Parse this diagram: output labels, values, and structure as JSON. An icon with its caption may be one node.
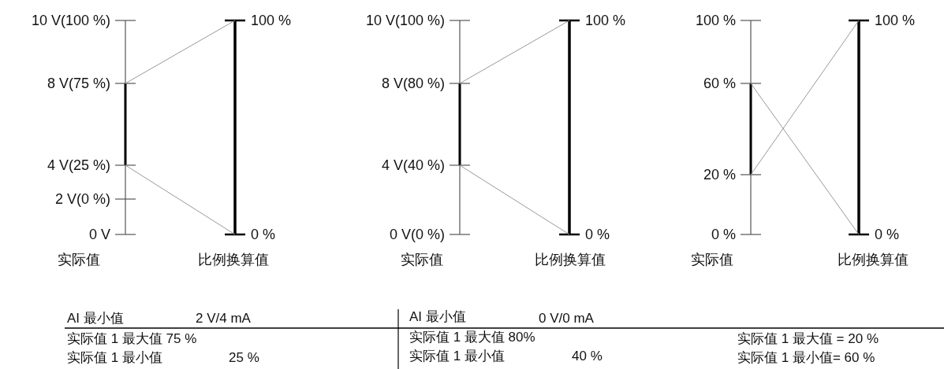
{
  "diagram": {
    "nodes": [
      {
        "text": [
          "10 V(100 %)"
        ]
      },
      {
        "text": [
          "8 V(75 %)"
        ]
      },
      {
        "text": [
          "4 V(25 %)"
        ]
      },
      {
        "text": [
          "2 V(0 %)"
        ]
      },
      {
        "text": [
          "0 V"
        ]
      },
      {
        "text": [
          "100 %"
        ]
      },
      {
        "text": [
          "0 %"
        ]
      },
      {
        "text": [
          "10 V(100 %)"
        ]
      },
      {
        "text": [
          "8 V(80 %)"
        ]
      },
      {
        "text": [
          "4 V(40 %)"
        ]
      },
      {
        "text": [
          "0 V(0 %)"
        ]
      },
      {
        "text": [
          "100 %"
        ]
      },
      {
        "text": [
          "0 %"
        ]
      },
      {
        "text": [
          "100 %"
        ]
      },
      {
        "text": [
          "60 %"
        ]
      },
      {
        "text": [
          "20 %"
        ]
      },
      {
        "text": [
          "0 %"
        ]
      },
      {
        "text": [
          "100 %"
        ]
      },
      {
        "text": [
          "0 %"
        ]
      }
    ],
    "edges": [
      {
        "from": 1,
        "to": 5,
        "arrow": "none"
      },
      {
        "from": 2,
        "to": 6,
        "arrow": "none"
      },
      {
        "from": 8,
        "to": 11,
        "arrow": "none"
      },
      {
        "from": 9,
        "to": 12,
        "arrow": "none"
      },
      {
        "from": 14,
        "to": 18,
        "arrow": "none"
      },
      {
        "from": 15,
        "to": 17,
        "arrow": "none"
      }
    ],
    "labels": [
      "实际值",
      "比例换算值",
      "实际值",
      "比例换算值",
      "实际值",
      "比例换算值",
      "AI 最小值",
      "2 V/4 mA",
      "AI 最小值",
      "0 V/0 mA",
      "实际值 1 最大值 75 %",
      "实际值 1 最大值 80%",
      "实际值 1 最大值 = 20 %",
      "实际值 1 最小值",
      "25 %",
      "实际值 1 最小值",
      "40 %",
      "实际值 1 最小值= 60 %"
    ]
  }
}
